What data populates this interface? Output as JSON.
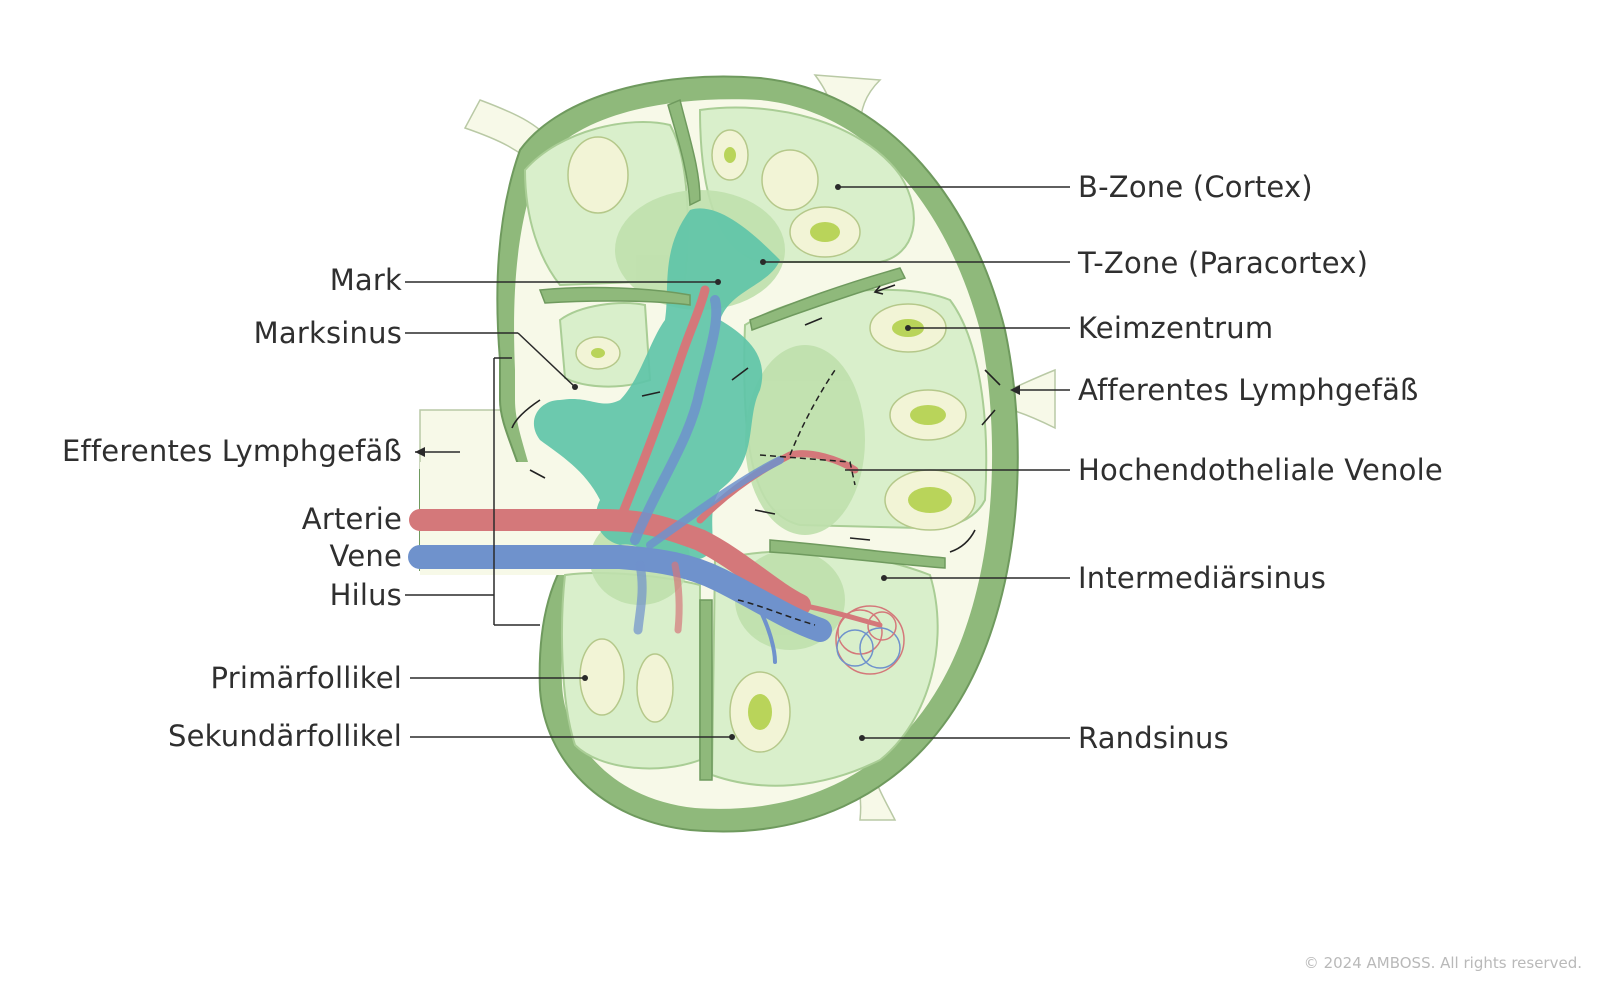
{
  "labels": {
    "left": {
      "mark": "Mark",
      "marksinus": "Marksinus",
      "efferentes": "Efferentes Lymphgefäß",
      "arterie": "Arterie",
      "vene": "Vene",
      "hilus": "Hilus",
      "primaerfollikel": "Primärfollikel",
      "sekundaerfollikel": "Sekundärfollikel"
    },
    "right": {
      "bzone": "B-Zone (Cortex)",
      "tzone": "T-Zone (Paracortex)",
      "keimzentrum": "Keimzentrum",
      "afferentes": "Afferentes Lymphgefäß",
      "hev": "Hochendotheliale Venole",
      "intermediaersinus": "Intermediärsinus",
      "randsinus": "Randsinus"
    }
  },
  "copyright": "© 2024 AMBOSS. All rights reserved.",
  "colors": {
    "capsule": "#8fb97b",
    "capsule_edge": "#6f9a5e",
    "sinus": "#f7f9e8",
    "follicle": "#d9efcb",
    "follicle_edge": "#a9cd95",
    "tzone": "#bfe0ad",
    "medulla": "#5fc4a8",
    "germinal": "#f2f4d6",
    "germinal_core": "#b9d45a",
    "artery": "#d4787a",
    "vein": "#6f92cc",
    "leader": "#2a2a2a"
  }
}
